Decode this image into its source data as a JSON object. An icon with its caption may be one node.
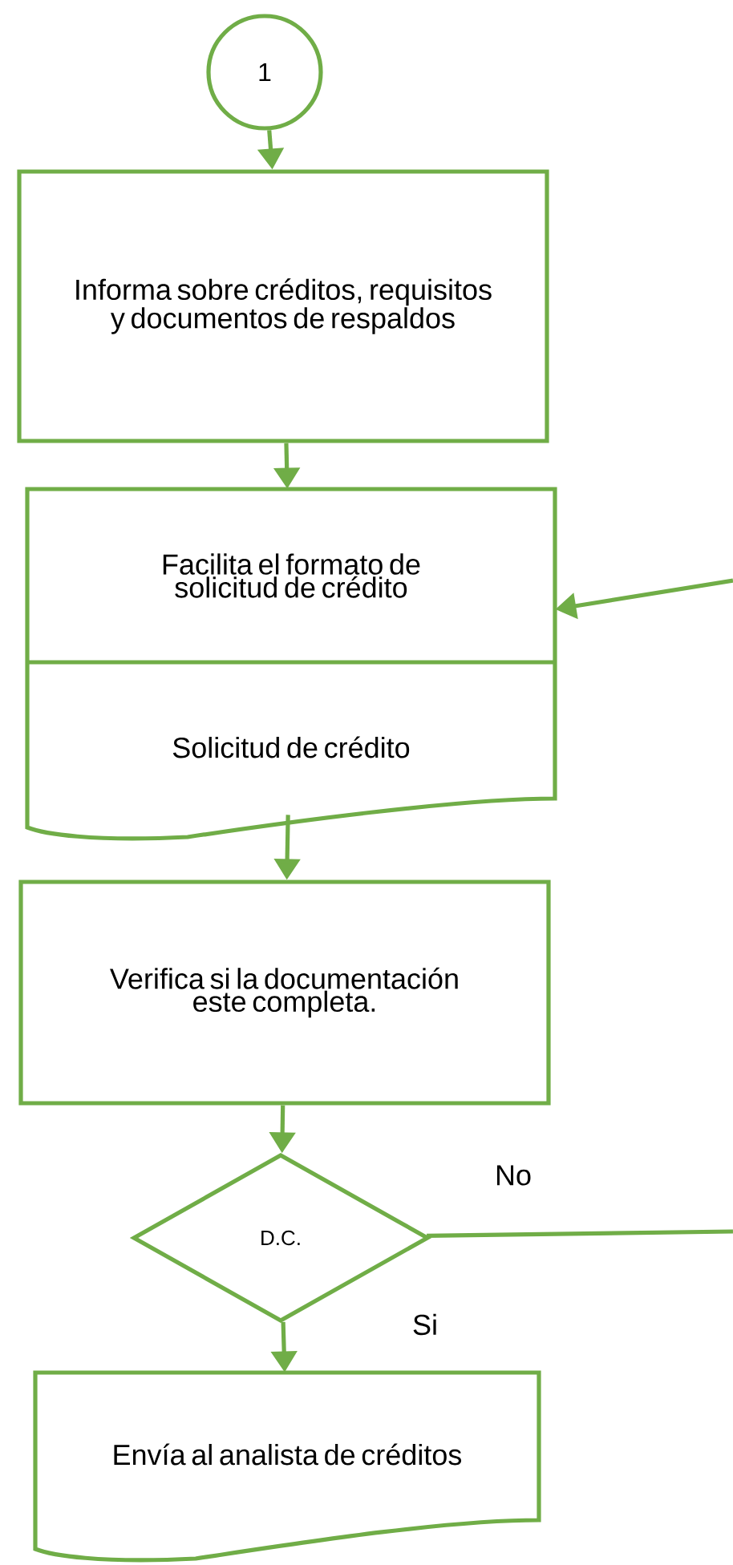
{
  "diagram": {
    "nodes": [
      {
        "text": [
          "1"
        ]
      },
      {
        "text": [
          "Informa sobre créditos, requisitos y documentos de respaldos"
        ]
      },
      {
        "text": [
          "Facilita el formato de solicitud de crédito",
          "Solicitud de crédito"
        ]
      },
      {
        "text": [
          "Verifica si la documentación este completa."
        ]
      },
      {
        "text": [
          "D.C."
        ]
      },
      {
        "text": [
          "Envía al analista de créditos"
        ]
      }
    ],
    "edges": [
      {
        "from": 0,
        "to": 1,
        "arrow": "to"
      },
      {
        "from": 1,
        "to": 2,
        "arrow": "to"
      },
      {
        "from": 2,
        "to": 3,
        "arrow": "to"
      },
      {
        "from": 3,
        "to": 4,
        "arrow": "to"
      },
      {
        "from": 4,
        "to": 5,
        "arrow": "to",
        "label": "Si"
      },
      {
        "from": 4,
        "to": null,
        "arrow": "none",
        "label": "No"
      },
      {
        "from": null,
        "to": 2,
        "arrow": "to"
      }
    ]
  }
}
